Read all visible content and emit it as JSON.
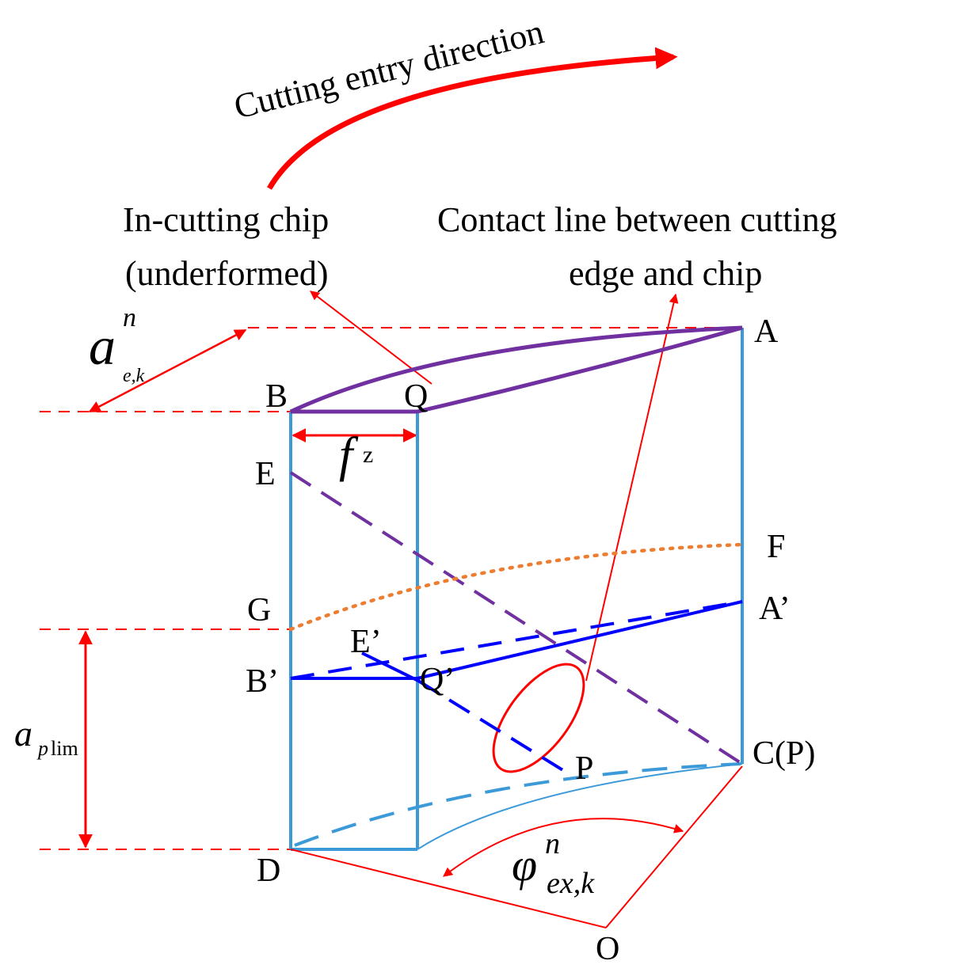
{
  "labels": {
    "direction": "Cutting entry direction",
    "chip_line1": "In-cutting chip",
    "chip_line2": "(underformed)",
    "contact_line1": "Contact line between cutting",
    "contact_line2": "edge and chip"
  },
  "points": {
    "A": "A",
    "B": "B",
    "Q": "Q",
    "E": "E",
    "F": "F",
    "G": "G",
    "A_prime": "A’",
    "E_prime": "E’",
    "B_prime": "B’",
    "Q_prime": "Q’",
    "P": "P",
    "C_P": "C(P)",
    "D": "D",
    "O": "O"
  },
  "symbols": {
    "ae_base": "a",
    "ae_sup": "n",
    "ae_sub": "e,k",
    "fz_base": "f",
    "fz_sub": "z",
    "ap_base": "a",
    "ap_sub": "p",
    "ap_sub2": "lim",
    "phi_base": "φ",
    "phi_sup": "n",
    "phi_sub": "ex,k"
  },
  "colors": {
    "annotation": "#ff0000",
    "frame": "#3d9ad8",
    "chip": "#7030a0",
    "section": "#0000ff",
    "orange_curve": "#ed7d31"
  }
}
